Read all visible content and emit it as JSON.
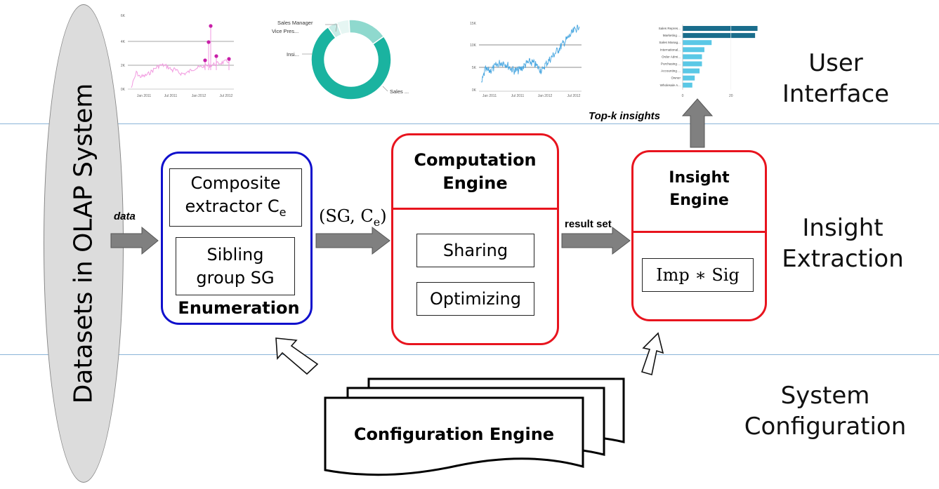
{
  "layers": {
    "user_interface": "User\nInterface",
    "insight_extraction": "Insight\nExtraction",
    "system_configuration": "System\nConfiguration"
  },
  "datasets": "Datasets in OLAP System",
  "arrows": {
    "data": "data",
    "sg_ce": "(SG, C",
    "sg_ce_sub": "e",
    "sg_ce_close": ")",
    "result_set": "result set",
    "top_k": "Top-k insights"
  },
  "enumeration": {
    "title": "Enumeration",
    "composite_line1": "Composite",
    "composite_line2": "extractor C",
    "composite_sub": "e",
    "sibling_line1": "Sibling",
    "sibling_line2": "group SG"
  },
  "computation": {
    "title_line1": "Computation",
    "title_line2": "Engine",
    "sharing": "Sharing",
    "optimizing": "Optimizing"
  },
  "insight": {
    "title_line1": "Insight",
    "title_line2": "Engine",
    "formula": "Imp ∗ Sig"
  },
  "configuration": {
    "title": "Configuration Engine"
  },
  "thumbnails": {
    "line1": {
      "y_ticks": [
        "6K",
        "4K",
        "2K",
        "0K"
      ],
      "x_ticks": [
        "Jan 2011",
        "Jul 2011",
        "Jan 2012",
        "Jul 2012"
      ],
      "line_color": "#f29ae0",
      "marker_color": "#c81fa8"
    },
    "donut": {
      "labels": [
        "Sales Manager",
        "Vice Pres...",
        "Insi...",
        "Sales ..."
      ],
      "colors": [
        "#1ab3a0",
        "#8fd9ce",
        "#c8ece7",
        "#e6f6f3"
      ]
    },
    "line2": {
      "y_ticks": [
        "15K",
        "10K",
        "5K",
        "0K"
      ],
      "x_ticks": [
        "Jan 2011",
        "Jul 2011",
        "Jan 2012",
        "Jul 2012"
      ],
      "line_color": "#4aa7e0"
    },
    "bars": {
      "categories": [
        "Sales Repres...",
        "Marketing ...",
        "Sales Manag...",
        "International...",
        "Order Admi...",
        "Purchasing ...",
        "Accounting ...",
        "Owner",
        "Wholesale A..."
      ],
      "values": [
        31,
        30,
        12,
        9,
        8,
        8,
        7,
        5,
        4
      ],
      "x_ticks": [
        "0",
        "20"
      ],
      "colors": [
        "#1a6d8c",
        "#5ac8e6"
      ]
    }
  },
  "colors": {
    "enumeration_border": "#1010cc",
    "engine_border": "#e8141e",
    "arrow_fill": "#808080",
    "separator": "#8ab4d8"
  }
}
